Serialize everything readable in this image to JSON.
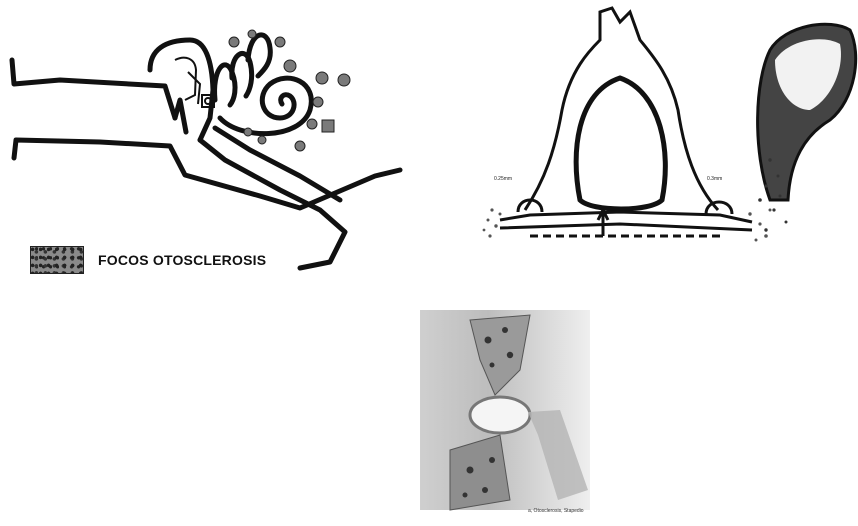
{
  "legend": {
    "label": "FOCOS OTOSCLEROSIS",
    "swatch_color": "#8a8a8a"
  },
  "stapes": {
    "left_note": "0.25mm",
    "right_note": "0.3mm"
  },
  "micrograph": {
    "caption": "a, Otosclerosis, Stapedio"
  },
  "colors": {
    "ink": "#111111",
    "focus_fill": "#7a7a7a",
    "background": "#ffffff"
  }
}
